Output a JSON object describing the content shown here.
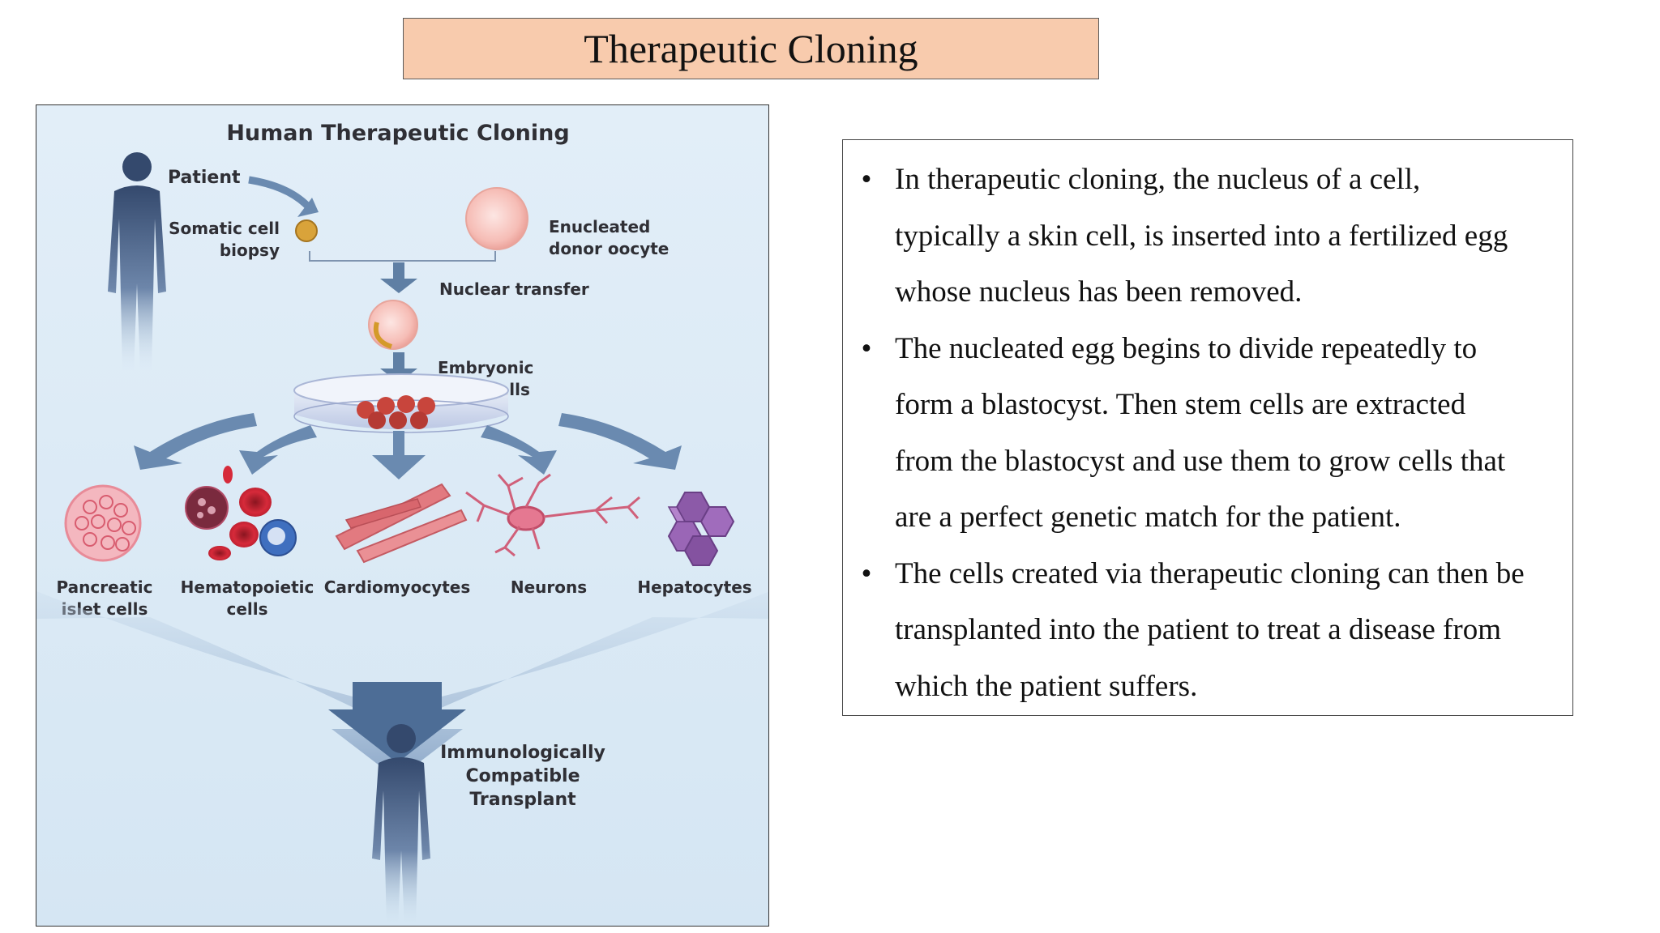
{
  "slide": {
    "title": "Therapeutic Cloning"
  },
  "diagram": {
    "title": "Human Therapeutic Cloning",
    "labels": {
      "patient": "Patient",
      "somatic_1": "Somatic cell",
      "somatic_2": "biopsy",
      "oocyte_1": "Enucleated",
      "oocyte_2": "donor oocyte",
      "nuclear_transfer": "Nuclear transfer",
      "embryonic_1": "Embryonic",
      "embryonic_2": "stem cells",
      "pancreatic_1": "Pancreatic",
      "pancreatic_2": "islet cells",
      "hemato_1": "Hematopoietic",
      "hemato_2": "cells",
      "cardio": "Cardiomyocytes",
      "neurons": "Neurons",
      "hepato": "Hepatocytes",
      "transplant_1": "Immunologically",
      "transplant_2": "Compatible",
      "transplant_3": "Transplant"
    }
  },
  "bullets": [
    "In therapeutic cloning, the nucleus of a cell,",
    "typically a skin cell, is inserted into a fertilized egg",
    "whose nucleus has been removed.",
    "The nucleated egg begins to divide repeatedly to",
    "form a blastocyst. Then stem cells are extracted",
    "from the blastocyst and use them to grow cells that",
    "are a perfect genetic match for the patient.",
    "The cells created via therapeutic cloning can then be",
    "transplanted into the patient to treat a disease from",
    "which the patient suffers."
  ],
  "bullet_glyph": "•",
  "colors": {
    "title_fill": "#f8cbad",
    "diagram_bg": "#dceaf5",
    "arrow": "#5f7fa4",
    "figure": "#3e5478"
  }
}
